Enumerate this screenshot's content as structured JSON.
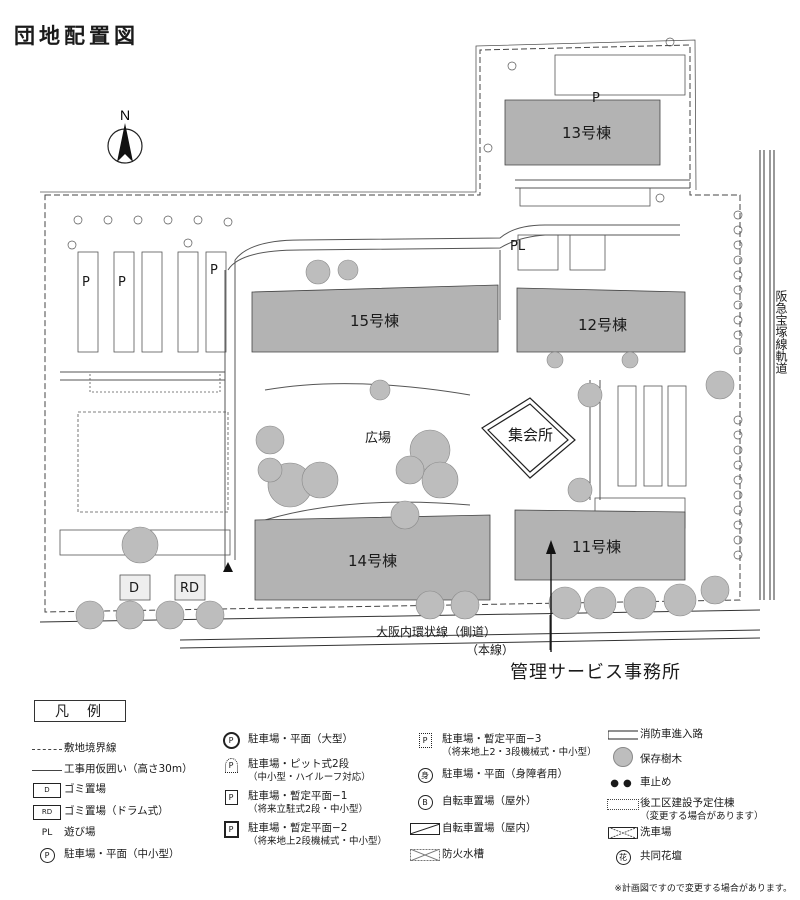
{
  "title": "団地配置図",
  "compass_label": "N",
  "buildings": {
    "b13": "13号棟",
    "b15": "15号棟",
    "b12": "12号棟",
    "b14": "14号棟",
    "b11": "11号棟",
    "assembly": "集会所",
    "plaza": "広場"
  },
  "roads": {
    "railway": "阪急宝塚線軌道",
    "ring_side": "大阪内環状線（側道）",
    "ring_main": "（本線）"
  },
  "office_label": "管理サービス事務所",
  "map_marks": {
    "pl": "PL",
    "d": "D",
    "rd": "RD",
    "p": "P"
  },
  "legend": {
    "heading": "凡例",
    "boundary": "敷地境界線",
    "fence": "工事用仮囲い（高さ30m）",
    "garbage": "ゴミ置場",
    "garbage_drum": "ゴミ置場（ドラム式）",
    "playground": "遊び場",
    "parking_small": "駐車場・平面（中小型）",
    "parking_large": "駐車場・平面（大型）",
    "pit_2": "駐車場・ピット式2段",
    "pit_2_sub": "（中小型・ハイルーフ対応）",
    "temp_1": "駐車場・暫定平面−1",
    "temp_1_sub": "（将来立駐式2段・中小型）",
    "temp_2": "駐車場・暫定平面−2",
    "temp_2_sub": "（将来地上2段機械式・中小型）",
    "temp_3": "駐車場・暫定平面−3",
    "temp_3_sub": "（将来地上2・3段機械式・中小型）",
    "disabled": "駐車場・平面（身障者用）",
    "bike_out": "自転車置場（屋外）",
    "bike_in": "自転車置場（屋内）",
    "cistern": "防火水槽",
    "fire_route": "消防車進入路",
    "trees": "保存樹木",
    "bollard": "車止め",
    "future": "後工区建設予定住棟",
    "future_sub": "（変更する場合があります）",
    "carwash": "洗車場",
    "flower": "共同花壇",
    "sym_d": "D",
    "sym_rd": "RD",
    "sym_pl": "PL",
    "sym_p": "P",
    "sym_body": "身",
    "sym_b": "B",
    "sym_flower": "花"
  },
  "note": "※計画図ですので変更する場合があります。",
  "colors": {
    "building": "#b3b3b3",
    "tree": "#bdbdbd",
    "line": "#333333"
  }
}
